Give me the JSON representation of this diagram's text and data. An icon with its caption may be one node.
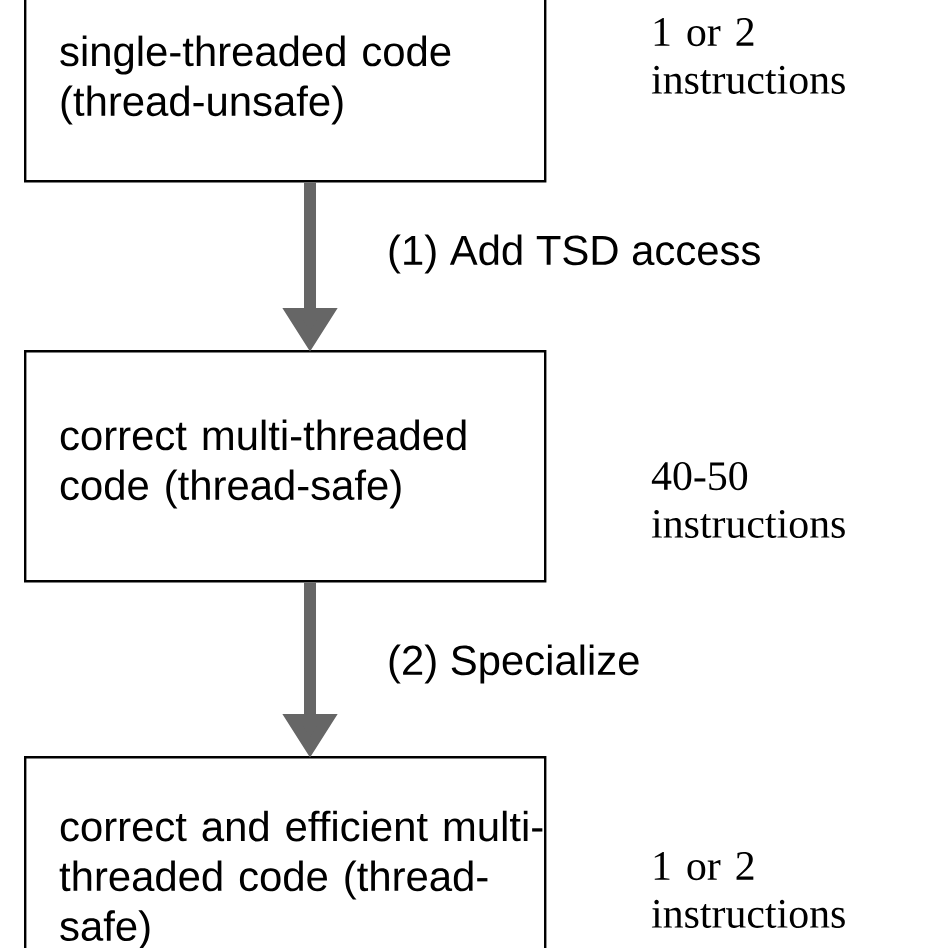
{
  "diagram": {
    "nodes": [
      {
        "text": [
          "single-threaded code (thread-unsafe)"
        ],
        "beside": [
          "1 or 2 instructions"
        ]
      },
      {
        "text": [
          "correct multi-threaded code (thread-safe)"
        ],
        "beside": [
          "40-50 instructions"
        ]
      },
      {
        "text": [
          "correct and efficient multi-threaded code (thread-safe)"
        ],
        "beside": [
          "1 or 2 instructions"
        ]
      }
    ],
    "edges": [
      {
        "from": 0,
        "to": 1,
        "arrow": "to",
        "label": "(1) Add TSD access"
      },
      {
        "from": 1,
        "to": 2,
        "arrow": "to",
        "label": "(2) Specialize"
      }
    ]
  }
}
